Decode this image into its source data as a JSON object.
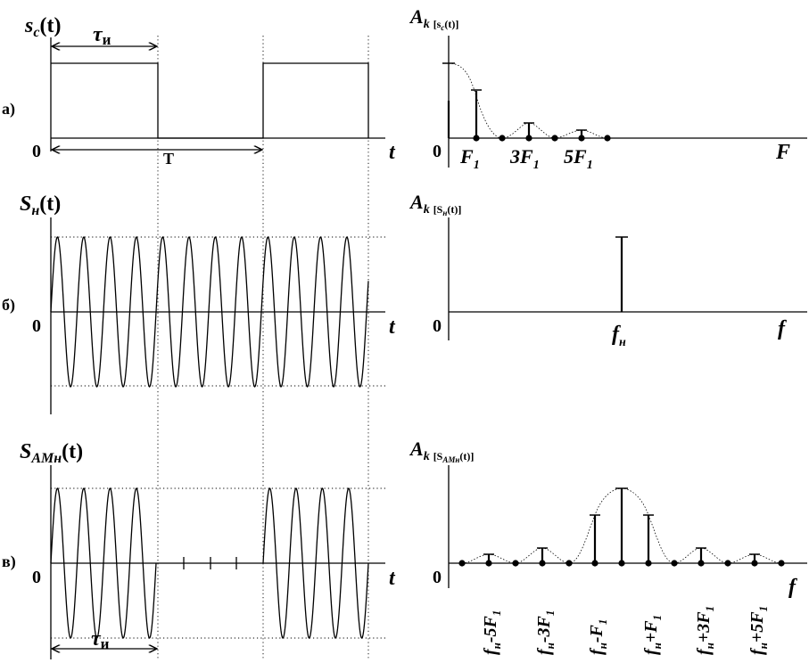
{
  "panels": [
    {
      "marker": "а)",
      "time": {
        "signal_main": "s",
        "signal_sub": "c",
        "signal_arg": "(t)",
        "t_label": "t",
        "origin": "0",
        "tau_main": "τ",
        "tau_sub": "и",
        "period": "T"
      },
      "spectrum": {
        "amp_main": "A",
        "amp_sub": "k",
        "amp_bracket_open": "[s",
        "amp_bracket_sub": "c",
        "amp_bracket_close": "(t)]",
        "origin": "0",
        "axis_label": "F",
        "freq_labels": [
          {
            "text": "F",
            "sub": "1"
          },
          {
            "text": "3F",
            "sub": "1"
          },
          {
            "text": "5F",
            "sub": "1"
          }
        ]
      }
    },
    {
      "marker": "б)",
      "time": {
        "signal_main": "S",
        "signal_sub": "н",
        "signal_arg": "(t)",
        "t_label": "t",
        "origin": "0"
      },
      "spectrum": {
        "amp_main": "A",
        "amp_sub": "k",
        "amp_bracket_open": "[S",
        "amp_bracket_sub": "н",
        "amp_bracket_close": "(t)]",
        "origin": "0",
        "axis_label": "f",
        "carrier_main": "f",
        "carrier_sub": "н"
      }
    },
    {
      "marker": "в)",
      "time": {
        "signal_main": "S",
        "signal_sub": "АМн",
        "signal_arg": "(t)",
        "t_label": "t",
        "origin": "0",
        "tau_main": "τ",
        "tau_sub": "и"
      },
      "spectrum": {
        "amp_main": "A",
        "amp_sub": "k",
        "amp_bracket_open": "[S",
        "amp_bracket_sub": "АМн",
        "amp_bracket_close": "(t)]",
        "origin": "0",
        "axis_label": "f",
        "sideband_labels": [
          {
            "f": "f",
            "sub": "н",
            "op": "-5F",
            "op_sub": "1"
          },
          {
            "f": "f",
            "sub": "н",
            "op": "-3F",
            "op_sub": "1"
          },
          {
            "f": "f",
            "sub": "н",
            "op": "-F",
            "op_sub": "1"
          },
          {
            "f": "f",
            "sub": "н",
            "op": "+F",
            "op_sub": "1"
          },
          {
            "f": "f",
            "sub": "н",
            "op": "+3F",
            "op_sub": "1"
          },
          {
            "f": "f",
            "sub": "н",
            "op": "+5F",
            "op_sub": "1"
          }
        ]
      }
    }
  ]
}
